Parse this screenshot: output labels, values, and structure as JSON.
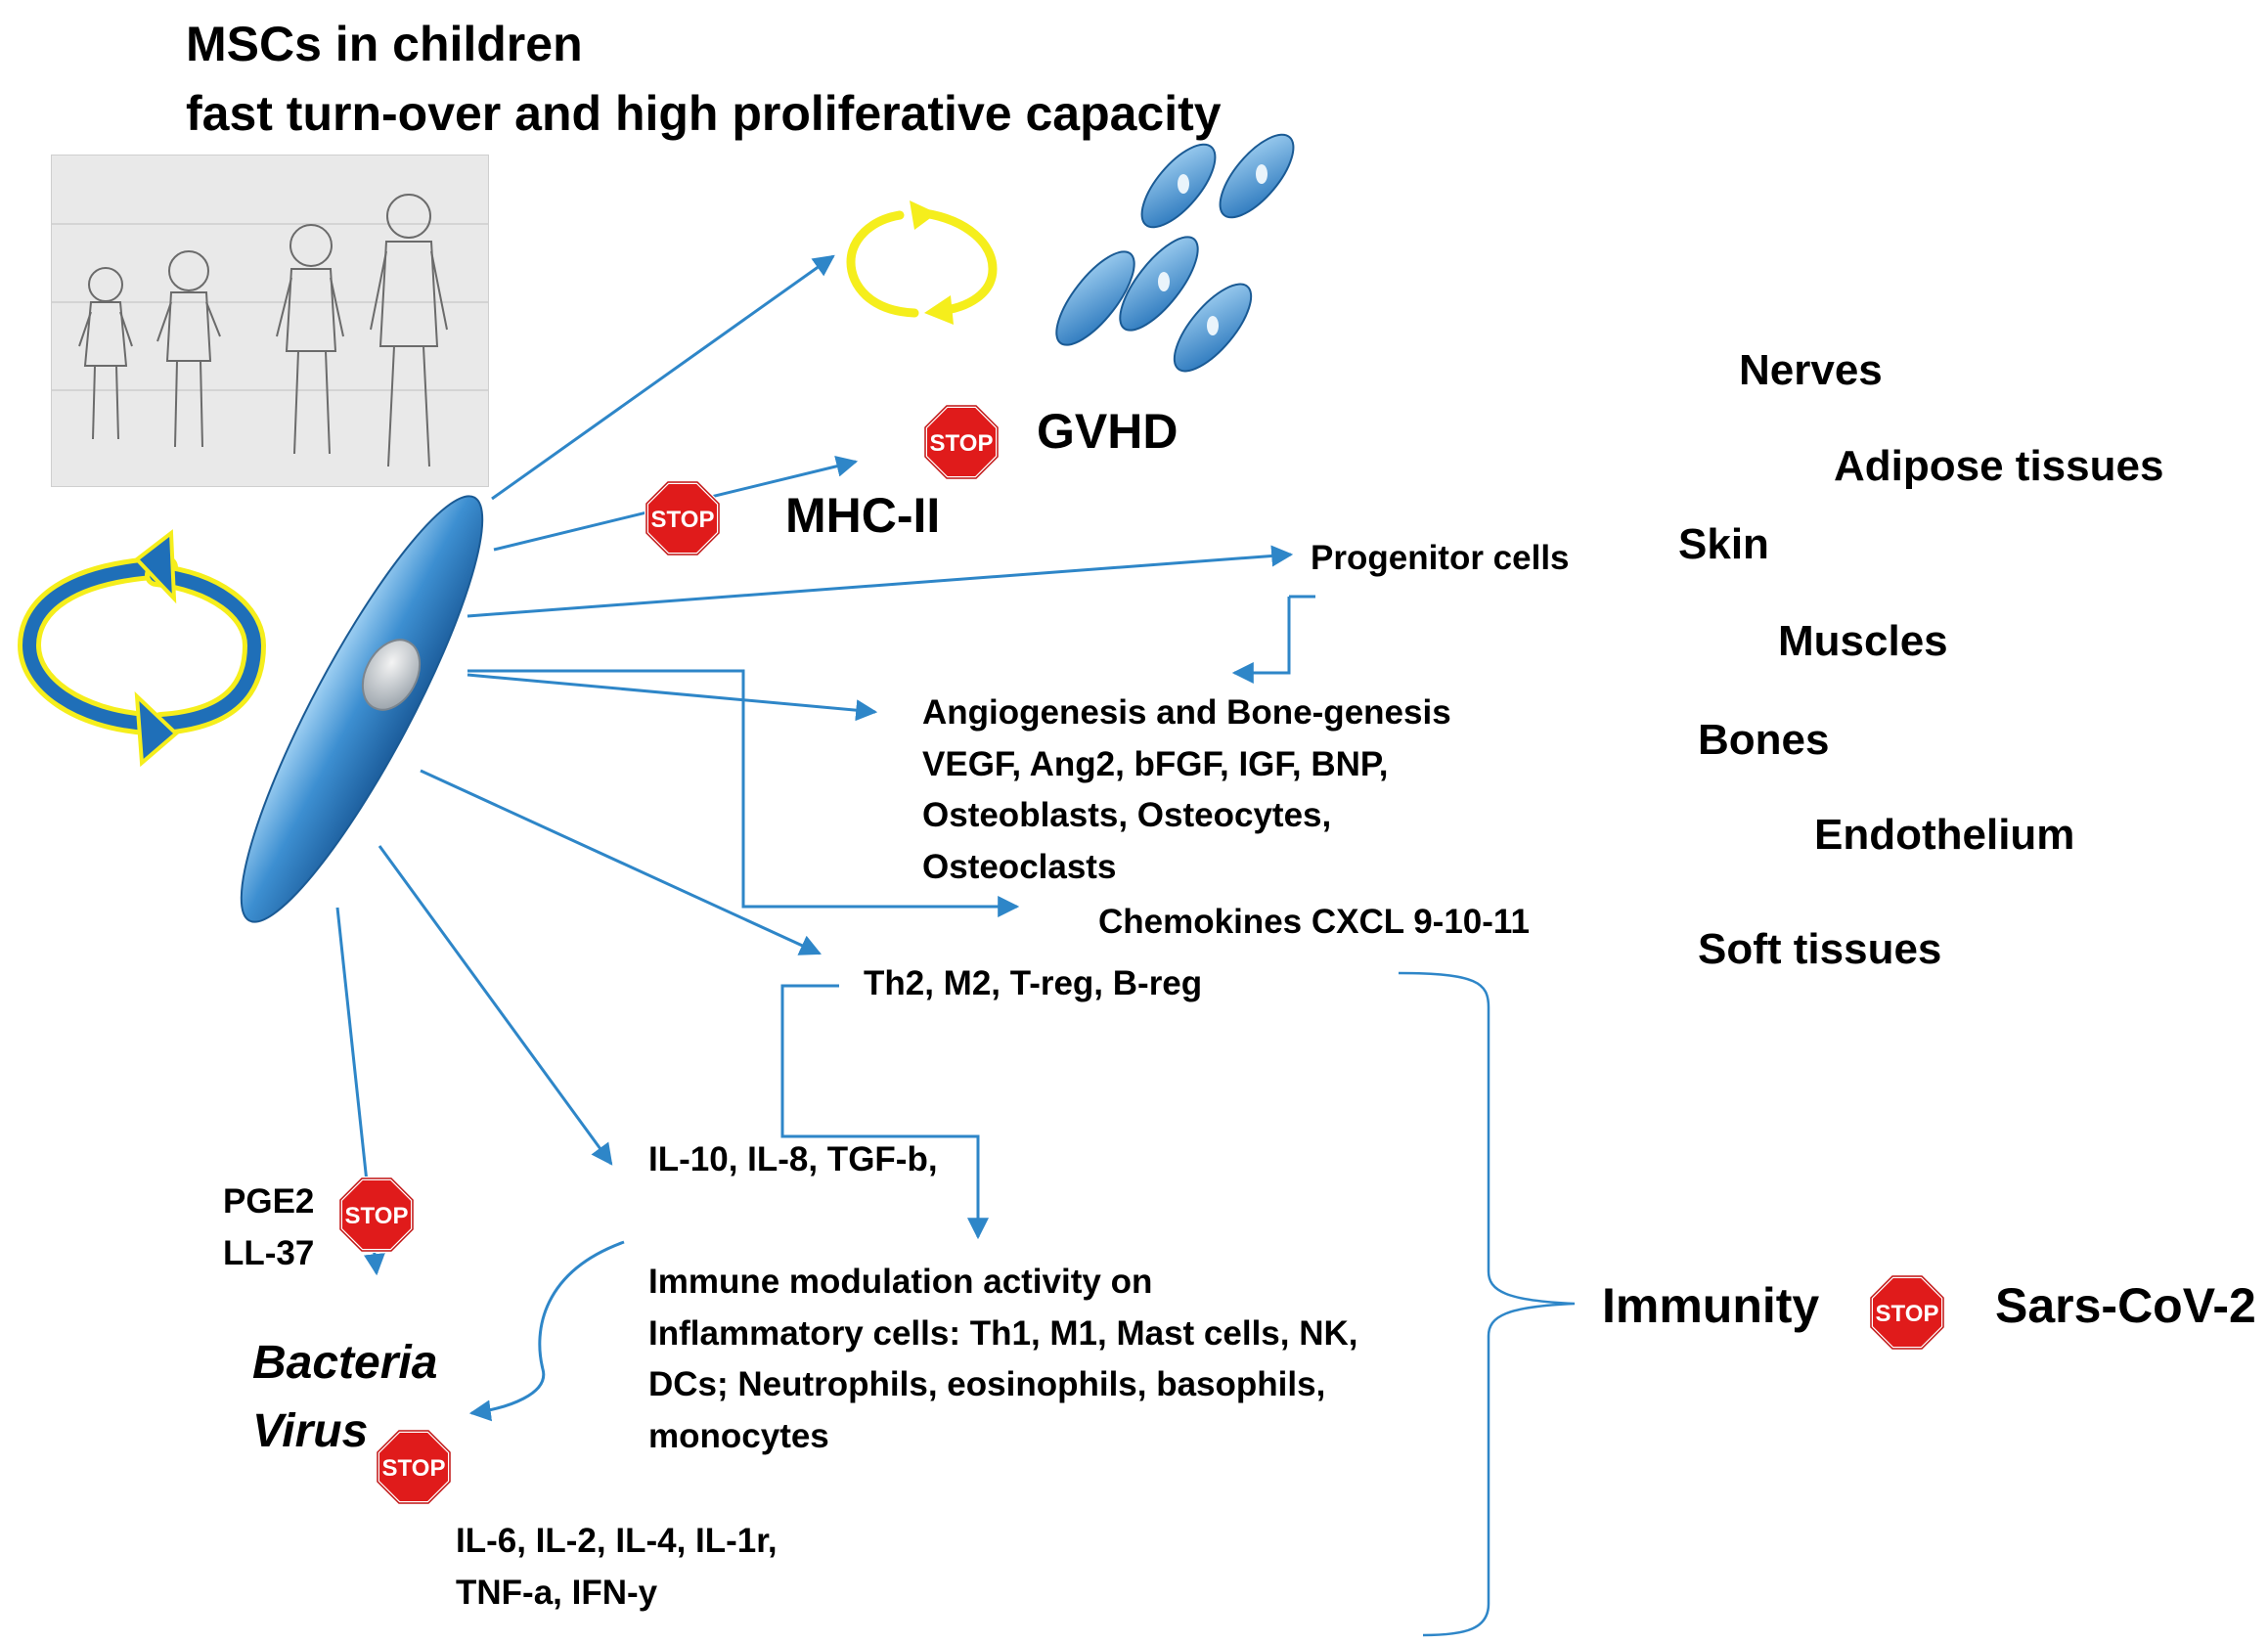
{
  "title": {
    "line1": "MSCs in children",
    "line2": "fast turn-over and high proliferative capacity"
  },
  "labels": {
    "gvhd": "GVHD",
    "mhc": "MHC-II",
    "progenitor": "Progenitor cells",
    "angio": "Angiogenesis and Bone-genesis\nVEGF, Ang2, bFGF, IGF, BNP,\nOsteoblasts, Osteocytes,\nOsteoclasts",
    "chemokines": "Chemokines CXCL 9-10-11",
    "th2": "Th2, M2, T-reg, B-reg",
    "il10": "IL-10, IL-8, TGF-b,",
    "immune_mod": "Immune modulation activity on\nInflammatory cells: Th1, M1, Mast cells, NK,\nDCs; Neutrophils, eosinophils, basophils,\nmonocytes",
    "pge2": "PGE2\nLL-37",
    "bacteria": "Bacteria",
    "virus": "Virus",
    "cytokines": "IL-6, IL-2, IL-4, IL-1r,\nTNF-a, IFN-y",
    "immunity": "Immunity",
    "sars": "Sars-CoV-2",
    "stop": "STOP"
  },
  "tissues": [
    "Nerves",
    "Adipose tissues",
    "Skin",
    "Muscles",
    "Bones",
    "Endothelium",
    "Soft tissues"
  ],
  "colors": {
    "arrow": "#2e86c8",
    "cell": "#3d8fd1",
    "cycle_fill": "#1f6fb8",
    "cycle_outline": "#f5ee1c",
    "stop": "#e01b1b"
  }
}
